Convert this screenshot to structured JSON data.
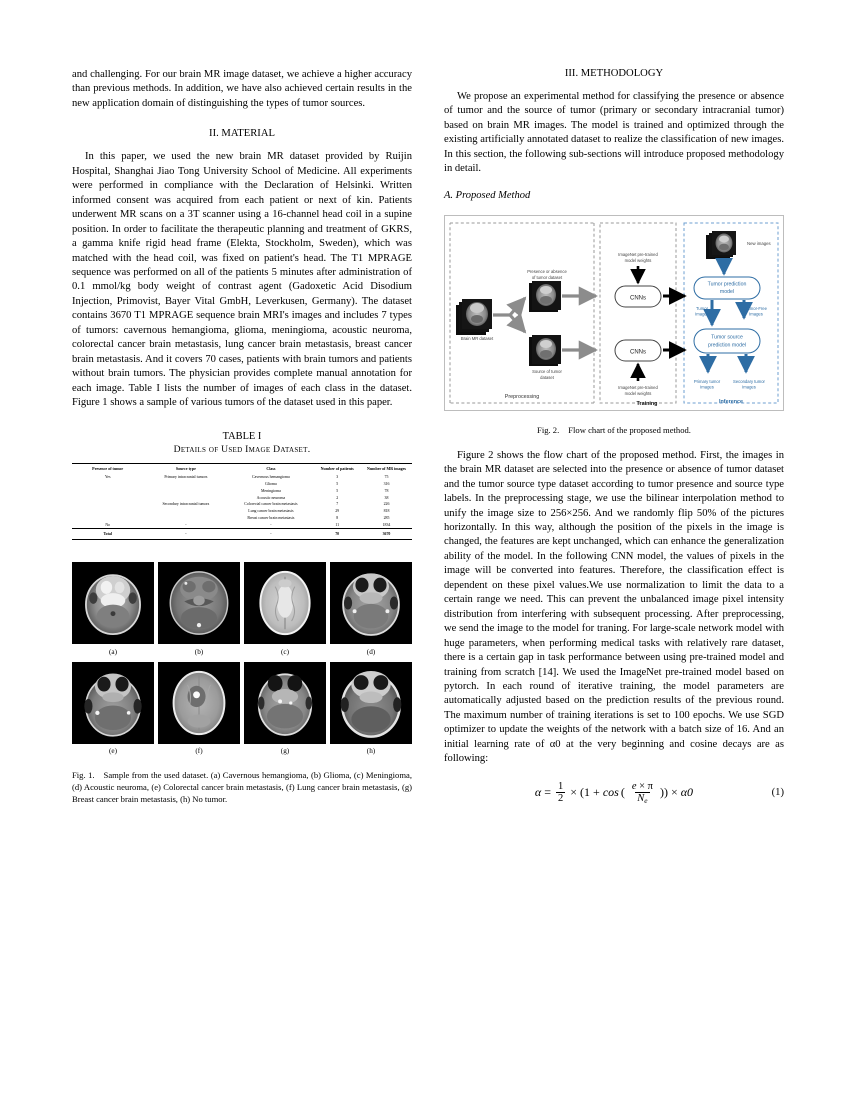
{
  "left_column": {
    "para_continued": "and challenging. For our brain MR image dataset, we achieve a higher accuracy than previous methods. In addition, we have also achieved certain results in the new application domain of distinguishing the types of tumor sources.",
    "section_material_heading": "II.  MATERIAL",
    "para_material": "In this paper, we used the new brain MR dataset provided by Ruijin Hospital, Shanghai Jiao Tong University School of Medicine. All experiments were performed in compliance with the Declaration of Helsinki. Written informed consent was acquired from each patient or next of kin. Patients underwent MR scans on a 3T scanner using a 16-channel head coil in a supine position. In order to facilitate the therapeutic planning and treatment of GKRS, a gamma knife rigid head frame (Elekta, Stockholm, Sweden), which was matched with the head coil, was fixed on patient's head. The T1 MPRAGE sequence was performed on all of the patients 5 minutes after administration of 0.1 mmol/kg body weight of contrast agent (Gadoxetic Acid Disodium Injection, Primovist, Bayer Vital GmbH, Leverkusen, Germany). The dataset contains 3670 T1 MPRAGE sequence brain MRI's images and includes 7 types of tumors: cavernous hemangioma, glioma, meningioma, acoustic neuroma, colorectal cancer brain metastasis, lung cancer brain metastasis, breast cancer brain metastasis. And it covers 70 cases, patients with brain tumors and patients without brain tumors. The physician provides complete manual annotation for each image. Table I lists the number of images of each class in the dataset. Figure 1 shows a sample of various tumors of the dataset used in this paper."
  },
  "table": {
    "title": "TABLE I",
    "subtitle": "Details of Used Image Dataset.",
    "headers": [
      "Presence of tumor",
      "Source type",
      "Class",
      "Number of patients",
      "Number of MR images"
    ],
    "rows": [
      {
        "presence": "Yes",
        "source": "Primary intracranial tumors",
        "klass": "Cavernous hemangioma",
        "patients": "3",
        "images": "75"
      },
      {
        "presence": "",
        "source": "",
        "klass": "Glioma",
        "patients": "5",
        "images": "316"
      },
      {
        "presence": "",
        "source": "",
        "klass": "Meningioma",
        "patients": "5",
        "images": "78"
      },
      {
        "presence": "",
        "source": "",
        "klass": "Acoustic neuroma",
        "patients": "2",
        "images": "38"
      },
      {
        "presence": "",
        "source": "Secondary intracranial tumors",
        "klass": "Colorectal cancer brain metastasis",
        "patients": "7",
        "images": "226"
      },
      {
        "presence": "",
        "source": "",
        "klass": "Lung cancer brain metastasis",
        "patients": "29",
        "images": "818"
      },
      {
        "presence": "",
        "source": "",
        "klass": "Breast cancer brain metastasis",
        "patients": "8",
        "images": "285"
      },
      {
        "presence": "No",
        "source": "-",
        "klass": "-",
        "patients": "11",
        "images": "1834"
      }
    ],
    "total": {
      "label": "Total",
      "source": "-",
      "klass": "-",
      "patients": "70",
      "images": "3670"
    }
  },
  "figure1": {
    "panels": [
      {
        "label": "(a)"
      },
      {
        "label": "(b)"
      },
      {
        "label": "(c)"
      },
      {
        "label": "(d)"
      },
      {
        "label": "(e)"
      },
      {
        "label": "(f)"
      },
      {
        "label": "(g)"
      },
      {
        "label": "(h)"
      }
    ],
    "caption_tag": "Fig. 1.",
    "caption_text": "Sample from the used dataset. (a) Cavernous hemangioma, (b) Glioma, (c) Meningioma, (d) Acoustic neuroma, (e) Colorectal cancer brain metastasis, (f) Lung cancer brain metastasis, (g) Breast cancer brain metastasis, (h) No tumor."
  },
  "right_column": {
    "section_methodology_heading": "III.  METHODOLOGY",
    "para_methodology": "We propose an experimental method for classifying the presence or absence of tumor and the source of tumor (primary or secondary intracranial tumor) based on brain MR images. The model is trained and optimized through the existing artificially annotated dataset to realize the classification of new images. In this section, the following sub-sections will introduce proposed methodology in detail.",
    "subsection_proposed_method": "A.  Proposed Method",
    "para_flowchart": "Figure 2 shows the flow chart of the proposed method. First, the images in the brain MR dataset are selected into the presence or absence of tumor dataset and the tumor source type dataset according to tumor presence and source type labels. In the preprocessing stage, we use the bilinear interpolation method to unify the image size to 256×256. And we randomly flip 50% of the pictures horizontally. In this way, although the position of the pixels in the image is changed, the features are kept unchanged, which can enhance the generalization ability of the model. In the following CNN model, the values of pixels in the image will be converted into features. Therefore, the classification effect is dependent on these pixel values.We use normalization to limit the data to a certain range we need. This can prevent the unbalanced image pixel intensity distribution from interfering with subsequent processing. After preprocessing, we send the image to the model for traning. For large-scale network model with huge parameters, when performing medical tasks with relatively rare dataset, there is a certain gap in task performance between using pre-trained model and training from scratch [14]. We used the ImageNet pre-trained model based on pytorch. In each round of iterative training, the model parameters are automatically adjusted based on the prediction results of the previous round. The maximum number of training iterations is set to 100 epochs. We use SGD optimizer to update the weights of the network with a batch size of 16. And an initial learning rate of α0 at the very beginning and cosine decays are as following:"
  },
  "figure2": {
    "caption_tag": "Fig. 2.",
    "caption_text": "Flow chart of the proposed method.",
    "stages": [
      {
        "name": "Preprocessing"
      },
      {
        "name": "Training"
      },
      {
        "name": "Inference"
      }
    ],
    "labels": {
      "brain_dataset": "Brain MR dataset",
      "presence_dataset_line1": "Presence or absence",
      "presence_dataset_line2": "of tumor dataset",
      "source_dataset_line1": "Source of tumor",
      "source_dataset_line2": "dataset",
      "imagenet_weights_line1": "ImageNet pre-trained",
      "imagenet_weights_line2": "model weights",
      "cnns": "CNNs",
      "new_images": "New images",
      "tumor_prediction_line1": "Tumor prediction",
      "tumor_prediction_line2": "model",
      "tumor_images_line1": "Tumor",
      "tumor_images_line2": "Images",
      "tumor_free_line1": "Tumor-Free",
      "tumor_free_line2": "Images",
      "tumor_source_line1": "Tumor source",
      "tumor_source_line2": "prediction model",
      "primary_tumor_line1": "Primary tumor",
      "primary_tumor_line2": "Images",
      "secondary_tumor_line1": "Secondary tumor",
      "secondary_tumor_line2": "Images"
    },
    "colors": {
      "inference_accent": "#2e6da4",
      "preprocess_arrow": "#8c8c8c",
      "training_arrow": "#000000",
      "divider": "#9a9a9a"
    }
  },
  "equation": {
    "lhs": "α",
    "eq": "=",
    "num": "1",
    "den": "2",
    "times1": "×",
    "open": "(1 +",
    "cos": "cos",
    "frac_num_e": "e",
    "frac_num_times": "×",
    "frac_num_pi": "π",
    "frac_den_N": "N",
    "frac_den_sub": "e",
    "close": "))",
    "times2": "×",
    "rhs": "α0",
    "number": "(1)"
  }
}
